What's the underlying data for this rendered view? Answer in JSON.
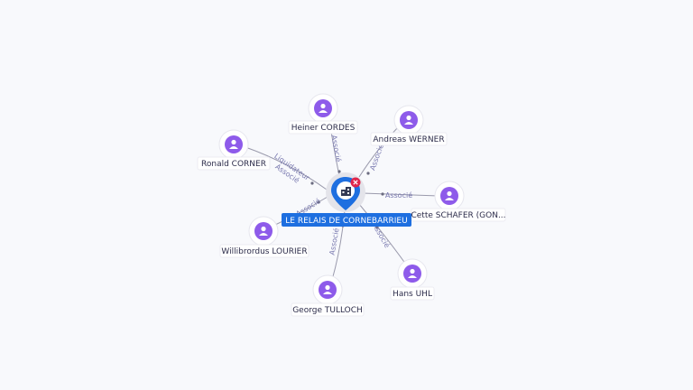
{
  "center": {
    "label": "LE RELAIS DE CORNEBARRIEU"
  },
  "nodes": [
    {
      "id": "heiner-cordes",
      "name": "Heiner CORDES",
      "relation": "Associé"
    },
    {
      "id": "andreas-werner",
      "name": "Andreas WERNER",
      "relation": "Associé"
    },
    {
      "id": "ronald-corner",
      "name": "Ronald CORNER",
      "relation": "Liquidateur\nAssocié"
    },
    {
      "id": "cette-schafer",
      "name": "Cette SCHAFER (GON...",
      "relation": "Associé"
    },
    {
      "id": "willibrordus-lourier",
      "name": "Willibrordus LOURIER",
      "relation": "Associé"
    },
    {
      "id": "hans-uhl",
      "name": "Hans UHL",
      "relation": "Associé"
    },
    {
      "id": "george-tulloch",
      "name": "George TULLOCH",
      "relation": "Associé"
    }
  ],
  "colors": {
    "person_node": "#8e5bea",
    "center_pin": "#1e6fe0",
    "close_badge": "#e0264a",
    "edge_label": "#7a7ab0"
  },
  "icons": {
    "person": "person-icon",
    "center": "building-icon",
    "remove": "close-icon"
  }
}
